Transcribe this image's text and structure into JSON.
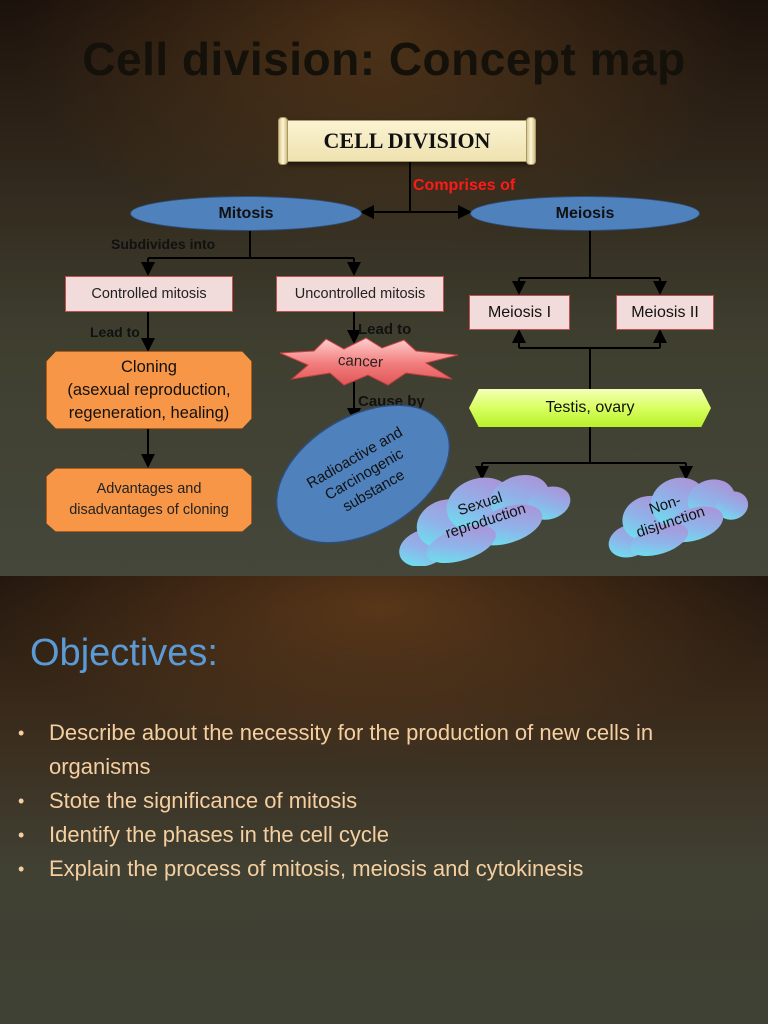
{
  "slide1": {
    "title": "Cell division: Concept map",
    "root": "CELL DIVISION",
    "comprises_label": "Comprises of",
    "mitosis": "Mitosis",
    "meiosis": "Meiosis",
    "subdivides_label": "Subdivides into",
    "controlled": "Controlled mitosis",
    "uncontrolled": "Uncontrolled mitosis",
    "lead_to_left": "Lead to",
    "lead_to_right": "Lead to",
    "cloning": {
      "line1": "Cloning",
      "line2": "(asexual reproduction,",
      "line3": "regeneration, healing)"
    },
    "cancer": "cancer",
    "cause_by": "Cause by",
    "advantages": {
      "line1": "Advantages and",
      "line2": "disadvantages of cloning"
    },
    "radioactive": {
      "line1": "Radioactive and",
      "line2": "Carcinogenic",
      "line3": "substance"
    },
    "meiosis1": "Meiosis I",
    "meiosis2": "Meiosis II",
    "testis": "Testis, ovary",
    "sexual": {
      "line1": "Sexual",
      "line2": "reproduction"
    },
    "nondisjunction": {
      "line1": "Non-",
      "line2": "disjunction"
    }
  },
  "slide2": {
    "heading": "Objectives",
    "heading_colon": ":",
    "bullet_char": "•",
    "objectives": [
      "Describe about the necessity for the production of new cells in organisms",
      "Stote the significance of mitosis",
      "Identify the phases in the cell cycle",
      "Explain the process of mitosis, meiosis and cytokinesis"
    ]
  },
  "colors": {
    "oval_blue": "#4f81bd",
    "pink_box": "#f2dcdb",
    "orange_box": "#f79646",
    "lime_box": "#c4f43c",
    "objectives_heading": "#5b9bd5",
    "objectives_text": "#f5cfa0",
    "comprises_red": "#ff1a1a"
  }
}
